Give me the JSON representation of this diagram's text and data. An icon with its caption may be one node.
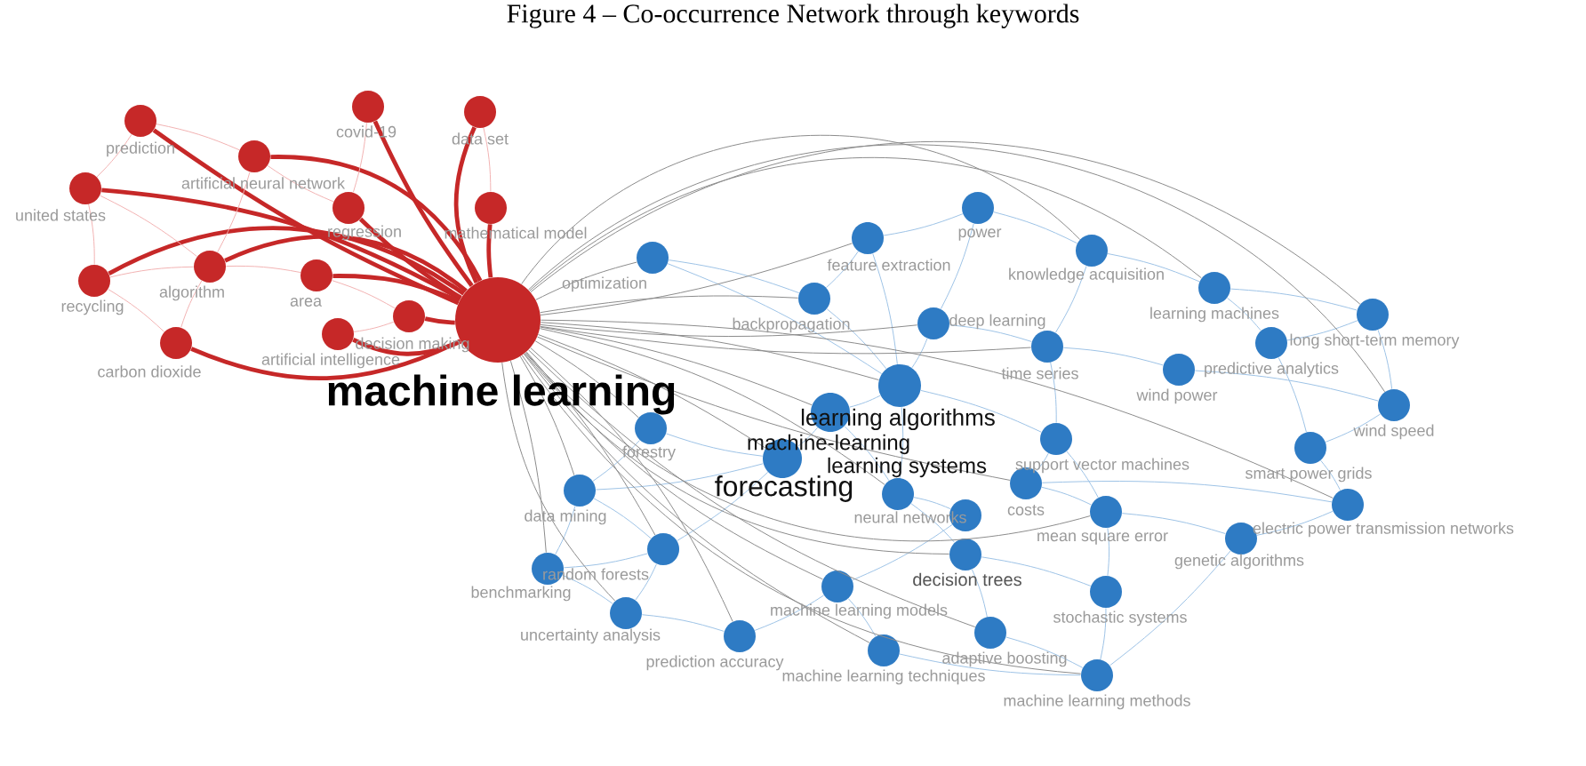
{
  "diagram": {
    "title": "Figure 4 – Co-occurrence Network through keywords",
    "nodes": [
      {
        "text": [],
        "shape": "circle",
        "beside": [
          "machine learning"
        ]
      },
      {
        "text": [],
        "shape": "circle",
        "beside": [
          "prediction"
        ]
      },
      {
        "text": [],
        "shape": "circle",
        "beside": [
          "covid-19"
        ]
      },
      {
        "text": [],
        "shape": "circle",
        "beside": [
          "data set"
        ]
      },
      {
        "text": [],
        "shape": "circle",
        "beside": [
          "artificial neural network"
        ]
      },
      {
        "text": [],
        "shape": "circle",
        "beside": [
          "united states"
        ]
      },
      {
        "text": [],
        "shape": "circle",
        "beside": [
          "regression"
        ]
      },
      {
        "text": [],
        "shape": "circle",
        "beside": [
          "mathematical model"
        ]
      },
      {
        "text": [],
        "shape": "circle",
        "beside": [
          "recycling"
        ]
      },
      {
        "text": [],
        "shape": "circle",
        "beside": [
          "algorithm"
        ]
      },
      {
        "text": [],
        "shape": "circle",
        "beside": [
          "area"
        ]
      },
      {
        "text": [],
        "shape": "circle",
        "beside": [
          "carbon dioxide"
        ]
      },
      {
        "text": [],
        "shape": "circle",
        "beside": [
          "decision making"
        ]
      },
      {
        "text": [],
        "shape": "circle",
        "beside": [
          "artificial intelligence"
        ]
      },
      {
        "text": [],
        "shape": "circle",
        "beside": [
          "optimization"
        ]
      },
      {
        "text": [],
        "shape": "circle",
        "beside": [
          "power"
        ]
      },
      {
        "text": [],
        "shape": "circle",
        "beside": [
          "feature extraction"
        ]
      },
      {
        "text": [],
        "shape": "circle",
        "beside": [
          "knowledge acquisition"
        ]
      },
      {
        "text": [],
        "shape": "circle",
        "beside": [
          "backpropagation"
        ]
      },
      {
        "text": [],
        "shape": "circle",
        "beside": [
          "deep learning"
        ]
      },
      {
        "text": [],
        "shape": "circle",
        "beside": [
          "learning machines"
        ]
      },
      {
        "text": [],
        "shape": "circle",
        "beside": [
          "long short-term memory"
        ]
      },
      {
        "text": [],
        "shape": "circle",
        "beside": [
          "time series"
        ]
      },
      {
        "text": [],
        "shape": "circle",
        "beside": [
          "predictive analytics"
        ]
      },
      {
        "text": [],
        "shape": "circle",
        "beside": [
          "wind speed"
        ]
      },
      {
        "text": [],
        "shape": "circle",
        "beside": [
          "learning algorithms"
        ]
      },
      {
        "text": [],
        "shape": "circle",
        "beside": [
          "machine-learning"
        ]
      },
      {
        "text": [],
        "shape": "circle",
        "beside": [
          "learning systems"
        ]
      },
      {
        "text": [],
        "shape": "circle",
        "beside": [
          "forecasting"
        ]
      },
      {
        "text": [],
        "shape": "circle",
        "beside": [
          "forestry"
        ]
      },
      {
        "text": [],
        "shape": "circle",
        "beside": [
          "support vector machines"
        ]
      },
      {
        "text": [],
        "shape": "circle",
        "beside": [
          "costs"
        ]
      },
      {
        "text": [],
        "shape": "circle",
        "beside": [
          "smart power grids"
        ]
      },
      {
        "text": [],
        "shape": "circle",
        "beside": [
          "data mining"
        ]
      },
      {
        "text": [],
        "shape": "circle",
        "beside": [
          "neural networks"
        ]
      },
      {
        "text": [],
        "shape": "circle",
        "beside": [
          "mean square error"
        ]
      },
      {
        "text": [],
        "shape": "circle",
        "beside": [
          "electric power transmission networks"
        ]
      },
      {
        "text": [],
        "shape": "circle",
        "beside": [
          "genetic algorithms"
        ]
      },
      {
        "text": [],
        "shape": "circle",
        "beside": [
          "random forests"
        ]
      },
      {
        "text": [],
        "shape": "circle",
        "beside": [
          "benchmarking"
        ]
      },
      {
        "text": [],
        "shape": "circle",
        "beside": [
          "decision trees"
        ]
      },
      {
        "text": [],
        "shape": "circle",
        "beside": [
          "uncertainty analysis"
        ]
      },
      {
        "text": [],
        "shape": "circle",
        "beside": [
          "machine learning models"
        ]
      },
      {
        "text": [],
        "shape": "circle",
        "beside": [
          "stochastic systems"
        ]
      },
      {
        "text": [],
        "shape": "circle",
        "beside": [
          "prediction accuracy"
        ]
      },
      {
        "text": [],
        "shape": "circle",
        "beside": [
          "adaptive boosting"
        ]
      },
      {
        "text": [],
        "shape": "circle",
        "beside": [
          "machine learning techniques"
        ]
      },
      {
        "text": [],
        "shape": "circle",
        "beside": [
          "machine learning methods"
        ]
      },
      {
        "text": [],
        "shape": "circle",
        "beside": [
          "wind power"
        ]
      }
    ],
    "edges": [
      {
        "from": 14,
        "to": 18,
        "arrow": "none"
      },
      {
        "from": 14,
        "to": 25,
        "arrow": "none"
      },
      {
        "from": 15,
        "to": 16,
        "arrow": "none"
      },
      {
        "from": 15,
        "to": 17,
        "arrow": "none"
      },
      {
        "from": 15,
        "to": 19,
        "arrow": "none"
      },
      {
        "from": 16,
        "to": 18,
        "arrow": "none"
      },
      {
        "from": 16,
        "to": 25,
        "arrow": "none"
      },
      {
        "from": 17,
        "to": 20,
        "arrow": "none"
      },
      {
        "from": 17,
        "to": 22,
        "arrow": "none"
      },
      {
        "from": 18,
        "to": 25,
        "arrow": "none"
      },
      {
        "from": 19,
        "to": 22,
        "arrow": "none"
      },
      {
        "from": 19,
        "to": 25,
        "arrow": "none"
      },
      {
        "from": 20,
        "to": 21,
        "arrow": "none"
      },
      {
        "from": 20,
        "to": 23,
        "arrow": "none"
      },
      {
        "from": 21,
        "to": 23,
        "arrow": "none"
      },
      {
        "from": 21,
        "to": 24,
        "arrow": "none"
      },
      {
        "from": 22,
        "to": 48,
        "arrow": "none"
      },
      {
        "from": 22,
        "to": 30,
        "arrow": "none"
      },
      {
        "from": 48,
        "to": 24,
        "arrow": "none"
      },
      {
        "from": 23,
        "to": 32,
        "arrow": "none"
      },
      {
        "from": 24,
        "to": 32,
        "arrow": "none"
      },
      {
        "from": 25,
        "to": 26,
        "arrow": "none"
      },
      {
        "from": 25,
        "to": 27,
        "arrow": "none"
      },
      {
        "from": 25,
        "to": 30,
        "arrow": "none"
      },
      {
        "from": 26,
        "to": 28,
        "arrow": "none"
      },
      {
        "from": 26,
        "to": 27,
        "arrow": "none"
      },
      {
        "from": 27,
        "to": 34,
        "arrow": "none"
      },
      {
        "from": 27,
        "to": 40,
        "arrow": "none"
      },
      {
        "from": 28,
        "to": 29,
        "arrow": "none"
      },
      {
        "from": 28,
        "to": 33,
        "arrow": "none"
      },
      {
        "from": 28,
        "to": 38,
        "arrow": "none"
      },
      {
        "from": 29,
        "to": 33,
        "arrow": "none"
      },
      {
        "from": 30,
        "to": 31,
        "arrow": "none"
      },
      {
        "from": 30,
        "to": 35,
        "arrow": "none"
      },
      {
        "from": 31,
        "to": 35,
        "arrow": "none"
      },
      {
        "from": 31,
        "to": 36,
        "arrow": "none"
      },
      {
        "from": 32,
        "to": 36,
        "arrow": "none"
      },
      {
        "from": 33,
        "to": 38,
        "arrow": "none"
      },
      {
        "from": 33,
        "to": 39,
        "arrow": "none"
      },
      {
        "from": 35,
        "to": 37,
        "arrow": "none"
      },
      {
        "from": 36,
        "to": 37,
        "arrow": "none"
      },
      {
        "from": 38,
        "to": 39,
        "arrow": "none"
      },
      {
        "from": 38,
        "to": 41,
        "arrow": "none"
      },
      {
        "from": 39,
        "to": 41,
        "arrow": "none"
      },
      {
        "from": 40,
        "to": 45,
        "arrow": "none"
      },
      {
        "from": 40,
        "to": 43,
        "arrow": "none"
      },
      {
        "from": 41,
        "to": 44,
        "arrow": "none"
      },
      {
        "from": 42,
        "to": 46,
        "arrow": "none"
      },
      {
        "from": 42,
        "to": 44,
        "arrow": "none"
      },
      {
        "from": 43,
        "to": 47,
        "arrow": "none"
      },
      {
        "from": 45,
        "to": 47,
        "arrow": "none"
      },
      {
        "from": 46,
        "to": 47,
        "arrow": "none"
      },
      {
        "from": 34,
        "to": 42,
        "arrow": "none"
      },
      {
        "from": 35,
        "to": 43,
        "arrow": "none"
      },
      {
        "from": 37,
        "to": 47,
        "arrow": "none"
      },
      {
        "from": 0,
        "to": 1,
        "arrow": "none",
        "style": "thick",
        "color": "#c62828"
      },
      {
        "from": 0,
        "to": 2,
        "arrow": "none",
        "style": "thick",
        "color": "#c62828"
      },
      {
        "from": 0,
        "to": 3,
        "arrow": "none",
        "style": "thick",
        "color": "#c62828"
      },
      {
        "from": 0,
        "to": 4,
        "arrow": "none",
        "style": "thick",
        "color": "#c62828"
      },
      {
        "from": 0,
        "to": 5,
        "arrow": "none",
        "style": "thick",
        "color": "#c62828"
      },
      {
        "from": 0,
        "to": 6,
        "arrow": "none",
        "style": "thick",
        "color": "#c62828"
      },
      {
        "from": 0,
        "to": 7,
        "arrow": "none",
        "style": "thick",
        "color": "#c62828"
      },
      {
        "from": 0,
        "to": 8,
        "arrow": "none",
        "style": "thick",
        "color": "#c62828"
      },
      {
        "from": 0,
        "to": 9,
        "arrow": "none",
        "style": "thick",
        "color": "#c62828"
      },
      {
        "from": 0,
        "to": 10,
        "arrow": "none",
        "style": "thick",
        "color": "#c62828"
      },
      {
        "from": 0,
        "to": 11,
        "arrow": "none",
        "style": "thick",
        "color": "#c62828"
      },
      {
        "from": 0,
        "to": 12,
        "arrow": "none",
        "style": "thick",
        "color": "#c62828"
      },
      {
        "from": 0,
        "to": 13,
        "arrow": "none",
        "style": "thick",
        "color": "#c62828"
      },
      {
        "from": 1,
        "to": 4,
        "arrow": "none",
        "color": "#f2b3b3"
      },
      {
        "from": 1,
        "to": 5,
        "arrow": "none",
        "color": "#f2b3b3"
      },
      {
        "from": 4,
        "to": 9,
        "arrow": "none",
        "color": "#f2b3b3"
      },
      {
        "from": 5,
        "to": 8,
        "arrow": "none",
        "color": "#f2b3b3"
      },
      {
        "from": 8,
        "to": 9,
        "arrow": "none",
        "color": "#f2b3b3"
      },
      {
        "from": 9,
        "to": 10,
        "arrow": "none",
        "color": "#f2b3b3"
      },
      {
        "from": 6,
        "to": 4,
        "arrow": "none",
        "color": "#f2b3b3"
      },
      {
        "from": 2,
        "to": 6,
        "arrow": "none",
        "color": "#f2b3b3"
      },
      {
        "from": 11,
        "to": 9,
        "arrow": "none",
        "color": "#f2b3b3"
      },
      {
        "from": 12,
        "to": 13,
        "arrow": "none",
        "color": "#f2b3b3"
      },
      {
        "from": 3,
        "to": 7,
        "arrow": "none",
        "color": "#f2b3b3"
      },
      {
        "from": 10,
        "to": 12,
        "arrow": "none",
        "color": "#f2b3b3"
      },
      {
        "from": 8,
        "to": 11,
        "arrow": "none",
        "color": "#f2b3b3"
      },
      {
        "from": 5,
        "to": 9,
        "arrow": "none",
        "color": "#f2b3b3"
      },
      {
        "from": 0,
        "to": 14,
        "arrow": "none",
        "color": "#8c8c8c"
      },
      {
        "from": 0,
        "to": 16,
        "arrow": "none",
        "color": "#8c8c8c"
      },
      {
        "from": 0,
        "to": 17,
        "arrow": "none",
        "color": "#8c8c8c"
      },
      {
        "from": 0,
        "to": 18,
        "arrow": "none",
        "color": "#8c8c8c"
      },
      {
        "from": 0,
        "to": 19,
        "arrow": "none",
        "color": "#8c8c8c"
      },
      {
        "from": 0,
        "to": 20,
        "arrow": "none",
        "color": "#8c8c8c"
      },
      {
        "from": 0,
        "to": 21,
        "arrow": "none",
        "color": "#8c8c8c"
      },
      {
        "from": 0,
        "to": 22,
        "arrow": "none",
        "color": "#8c8c8c"
      },
      {
        "from": 0,
        "to": 24,
        "arrow": "none",
        "color": "#8c8c8c"
      },
      {
        "from": 0,
        "to": 25,
        "arrow": "none",
        "color": "#8c8c8c"
      },
      {
        "from": 0,
        "to": 26,
        "arrow": "none",
        "color": "#8c8c8c"
      },
      {
        "from": 0,
        "to": 27,
        "arrow": "none",
        "color": "#8c8c8c"
      },
      {
        "from": 0,
        "to": 28,
        "arrow": "none",
        "color": "#8c8c8c"
      },
      {
        "from": 0,
        "to": 29,
        "arrow": "none",
        "color": "#8c8c8c"
      },
      {
        "from": 0,
        "to": 31,
        "arrow": "none",
        "color": "#8c8c8c"
      },
      {
        "from": 0,
        "to": 33,
        "arrow": "none",
        "color": "#8c8c8c"
      },
      {
        "from": 0,
        "to": 35,
        "arrow": "none",
        "color": "#8c8c8c"
      },
      {
        "from": 0,
        "to": 36,
        "arrow": "none",
        "color": "#8c8c8c"
      },
      {
        "from": 0,
        "to": 38,
        "arrow": "none",
        "color": "#8c8c8c"
      },
      {
        "from": 0,
        "to": 39,
        "arrow": "none",
        "color": "#8c8c8c"
      },
      {
        "from": 0,
        "to": 40,
        "arrow": "none",
        "color": "#8c8c8c"
      },
      {
        "from": 0,
        "to": 41,
        "arrow": "none",
        "color": "#8c8c8c"
      },
      {
        "from": 0,
        "to": 42,
        "arrow": "none",
        "color": "#8c8c8c"
      },
      {
        "from": 0,
        "to": 44,
        "arrow": "none",
        "color": "#8c8c8c"
      },
      {
        "from": 0,
        "to": 45,
        "arrow": "none",
        "color": "#8c8c8c"
      },
      {
        "from": 0,
        "to": 46,
        "arrow": "none",
        "color": "#8c8c8c"
      },
      {
        "from": 0,
        "to": 47,
        "arrow": "none",
        "color": "#8c8c8c"
      }
    ]
  }
}
